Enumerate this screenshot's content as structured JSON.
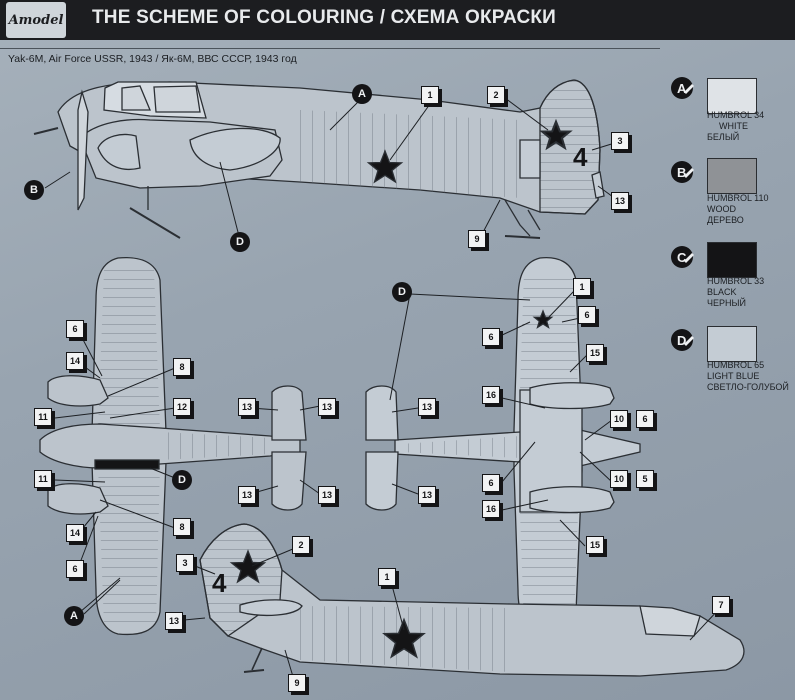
{
  "header": {
    "logo_text": "Amodel",
    "title": "THE SCHEME OF COLOURING / СХЕМА ОКРАСКИ"
  },
  "caption": "Yak-6M, Air Force USSR, 1943 / Як-6М, ВВС СССР, 1943 год",
  "side_number": "4",
  "legend": [
    {
      "letter": "A",
      "code": "HUMBROL 34",
      "name_en": "WHITE",
      "name_ru": "БЕЛЫЙ",
      "color": "#dfe3e7"
    },
    {
      "letter": "B",
      "code": "HUMBROL 110",
      "name_en": "WOOD",
      "name_ru": "ДЕРЕВО",
      "color": "#8f9296"
    },
    {
      "letter": "C",
      "code": "HUMBROL 33",
      "name_en": "BLACK",
      "name_ru": "ЧЕРНЫЙ",
      "color": "#141416"
    },
    {
      "letter": "D",
      "code": "HUMBROL 65",
      "name_en": "LIGHT BLUE",
      "name_ru": "СВЕТЛО-ГОЛУБОЙ",
      "color": "#c4ccd4"
    }
  ],
  "callout_letters": {
    "a": "A",
    "b": "B",
    "d": "D"
  },
  "callouts": {
    "n1": "1",
    "n2": "2",
    "n3": "3",
    "n5": "5",
    "n6": "6",
    "n7": "7",
    "n8": "8",
    "n9": "9",
    "n10": "10",
    "n11": "11",
    "n12": "12",
    "n13": "13",
    "n14": "14",
    "n15": "15",
    "n16": "16"
  },
  "colors": {
    "aircraft_light": "#bcc4cc",
    "aircraft_line": "#2b2f34",
    "star": "#141416",
    "badge_box": "#f2f3f4"
  }
}
